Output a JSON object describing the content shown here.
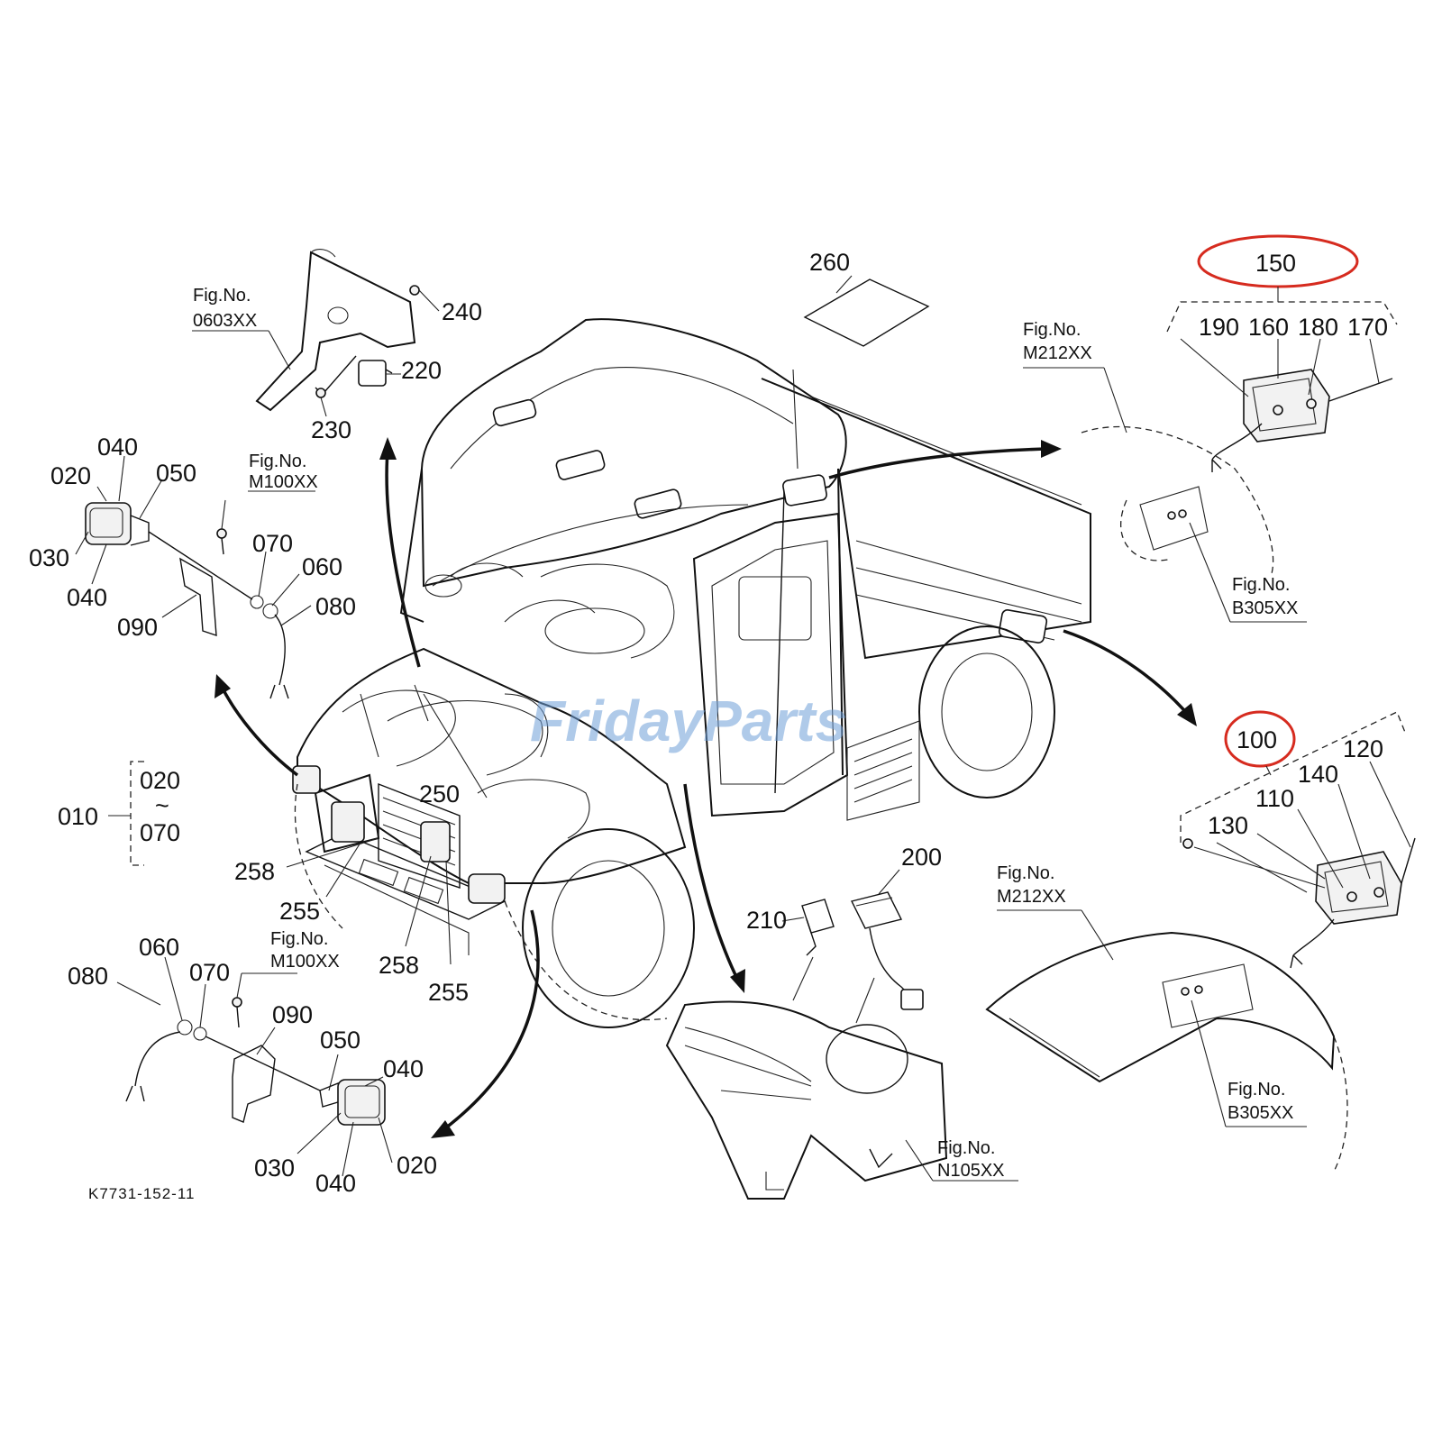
{
  "watermark": "FridayParts",
  "diagram_code": "K7731-152-11",
  "group_range": {
    "group": "010",
    "from": "020",
    "tilde": "~",
    "to": "070"
  },
  "fig_prefix": "Fig.No.",
  "fig_refs": {
    "top": "0603XX",
    "left_upper": "M100XX",
    "left_lower": "M100XX",
    "rear_fender_upper": "M212XX",
    "rear_bracket_upper": "B305XX",
    "rear_fender_lower": "M212XX",
    "rear_bracket_lower": "B305XX",
    "front_fender": "N105XX"
  },
  "labels": {
    "p260": "260",
    "p240": "240",
    "p220": "220",
    "p230": "230",
    "p150": "150",
    "p190": "190",
    "p160": "160",
    "p180": "180",
    "p170": "170",
    "ul_040a": "040",
    "ul_020": "020",
    "ul_050": "050",
    "ul_030": "030",
    "ul_040b": "040",
    "ul_070": "070",
    "ul_060": "060",
    "ul_080": "080",
    "ul_090": "090",
    "p100": "100",
    "p120": "120",
    "p140": "140",
    "p110": "110",
    "p130": "130",
    "p250": "250",
    "p258a": "258",
    "p255a": "255",
    "p258b": "258",
    "p255b": "255",
    "p200": "200",
    "p210": "210",
    "ll_060": "060",
    "ll_080": "080",
    "ll_070": "070",
    "ll_090": "090",
    "ll_050": "050",
    "ll_040a": "040",
    "ll_030": "030",
    "ll_040b": "040",
    "ll_020": "020"
  },
  "highlight_color": "#d62b1f"
}
